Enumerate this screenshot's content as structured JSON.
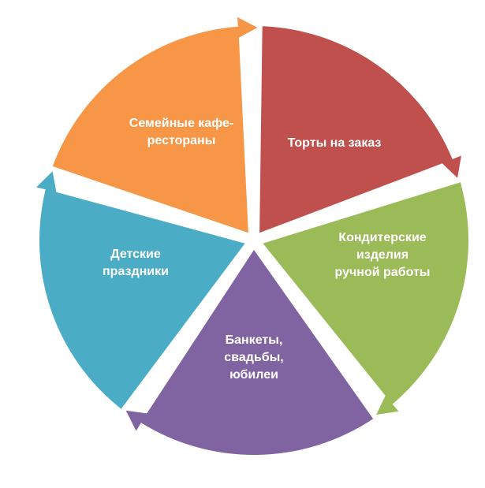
{
  "diagram": {
    "segments": [
      {
        "id": "cakes",
        "lines": [
          "Торты на заказ"
        ],
        "color": "#c0504d"
      },
      {
        "id": "confectionery",
        "lines": [
          "Кондитерские",
          "изделия",
          "ручной работы"
        ],
        "color": "#9bbb59"
      },
      {
        "id": "banquets",
        "lines": [
          "Банкеты,",
          "свадьбы,",
          "юбилеи"
        ],
        "color": "#8064a2"
      },
      {
        "id": "kids-parties",
        "lines": [
          "Детские",
          "праздники"
        ],
        "color": "#4bacc6"
      },
      {
        "id": "family-cafes",
        "lines": [
          "Семейные кафе-",
          "рестораны"
        ],
        "color": "#f79646"
      }
    ]
  }
}
